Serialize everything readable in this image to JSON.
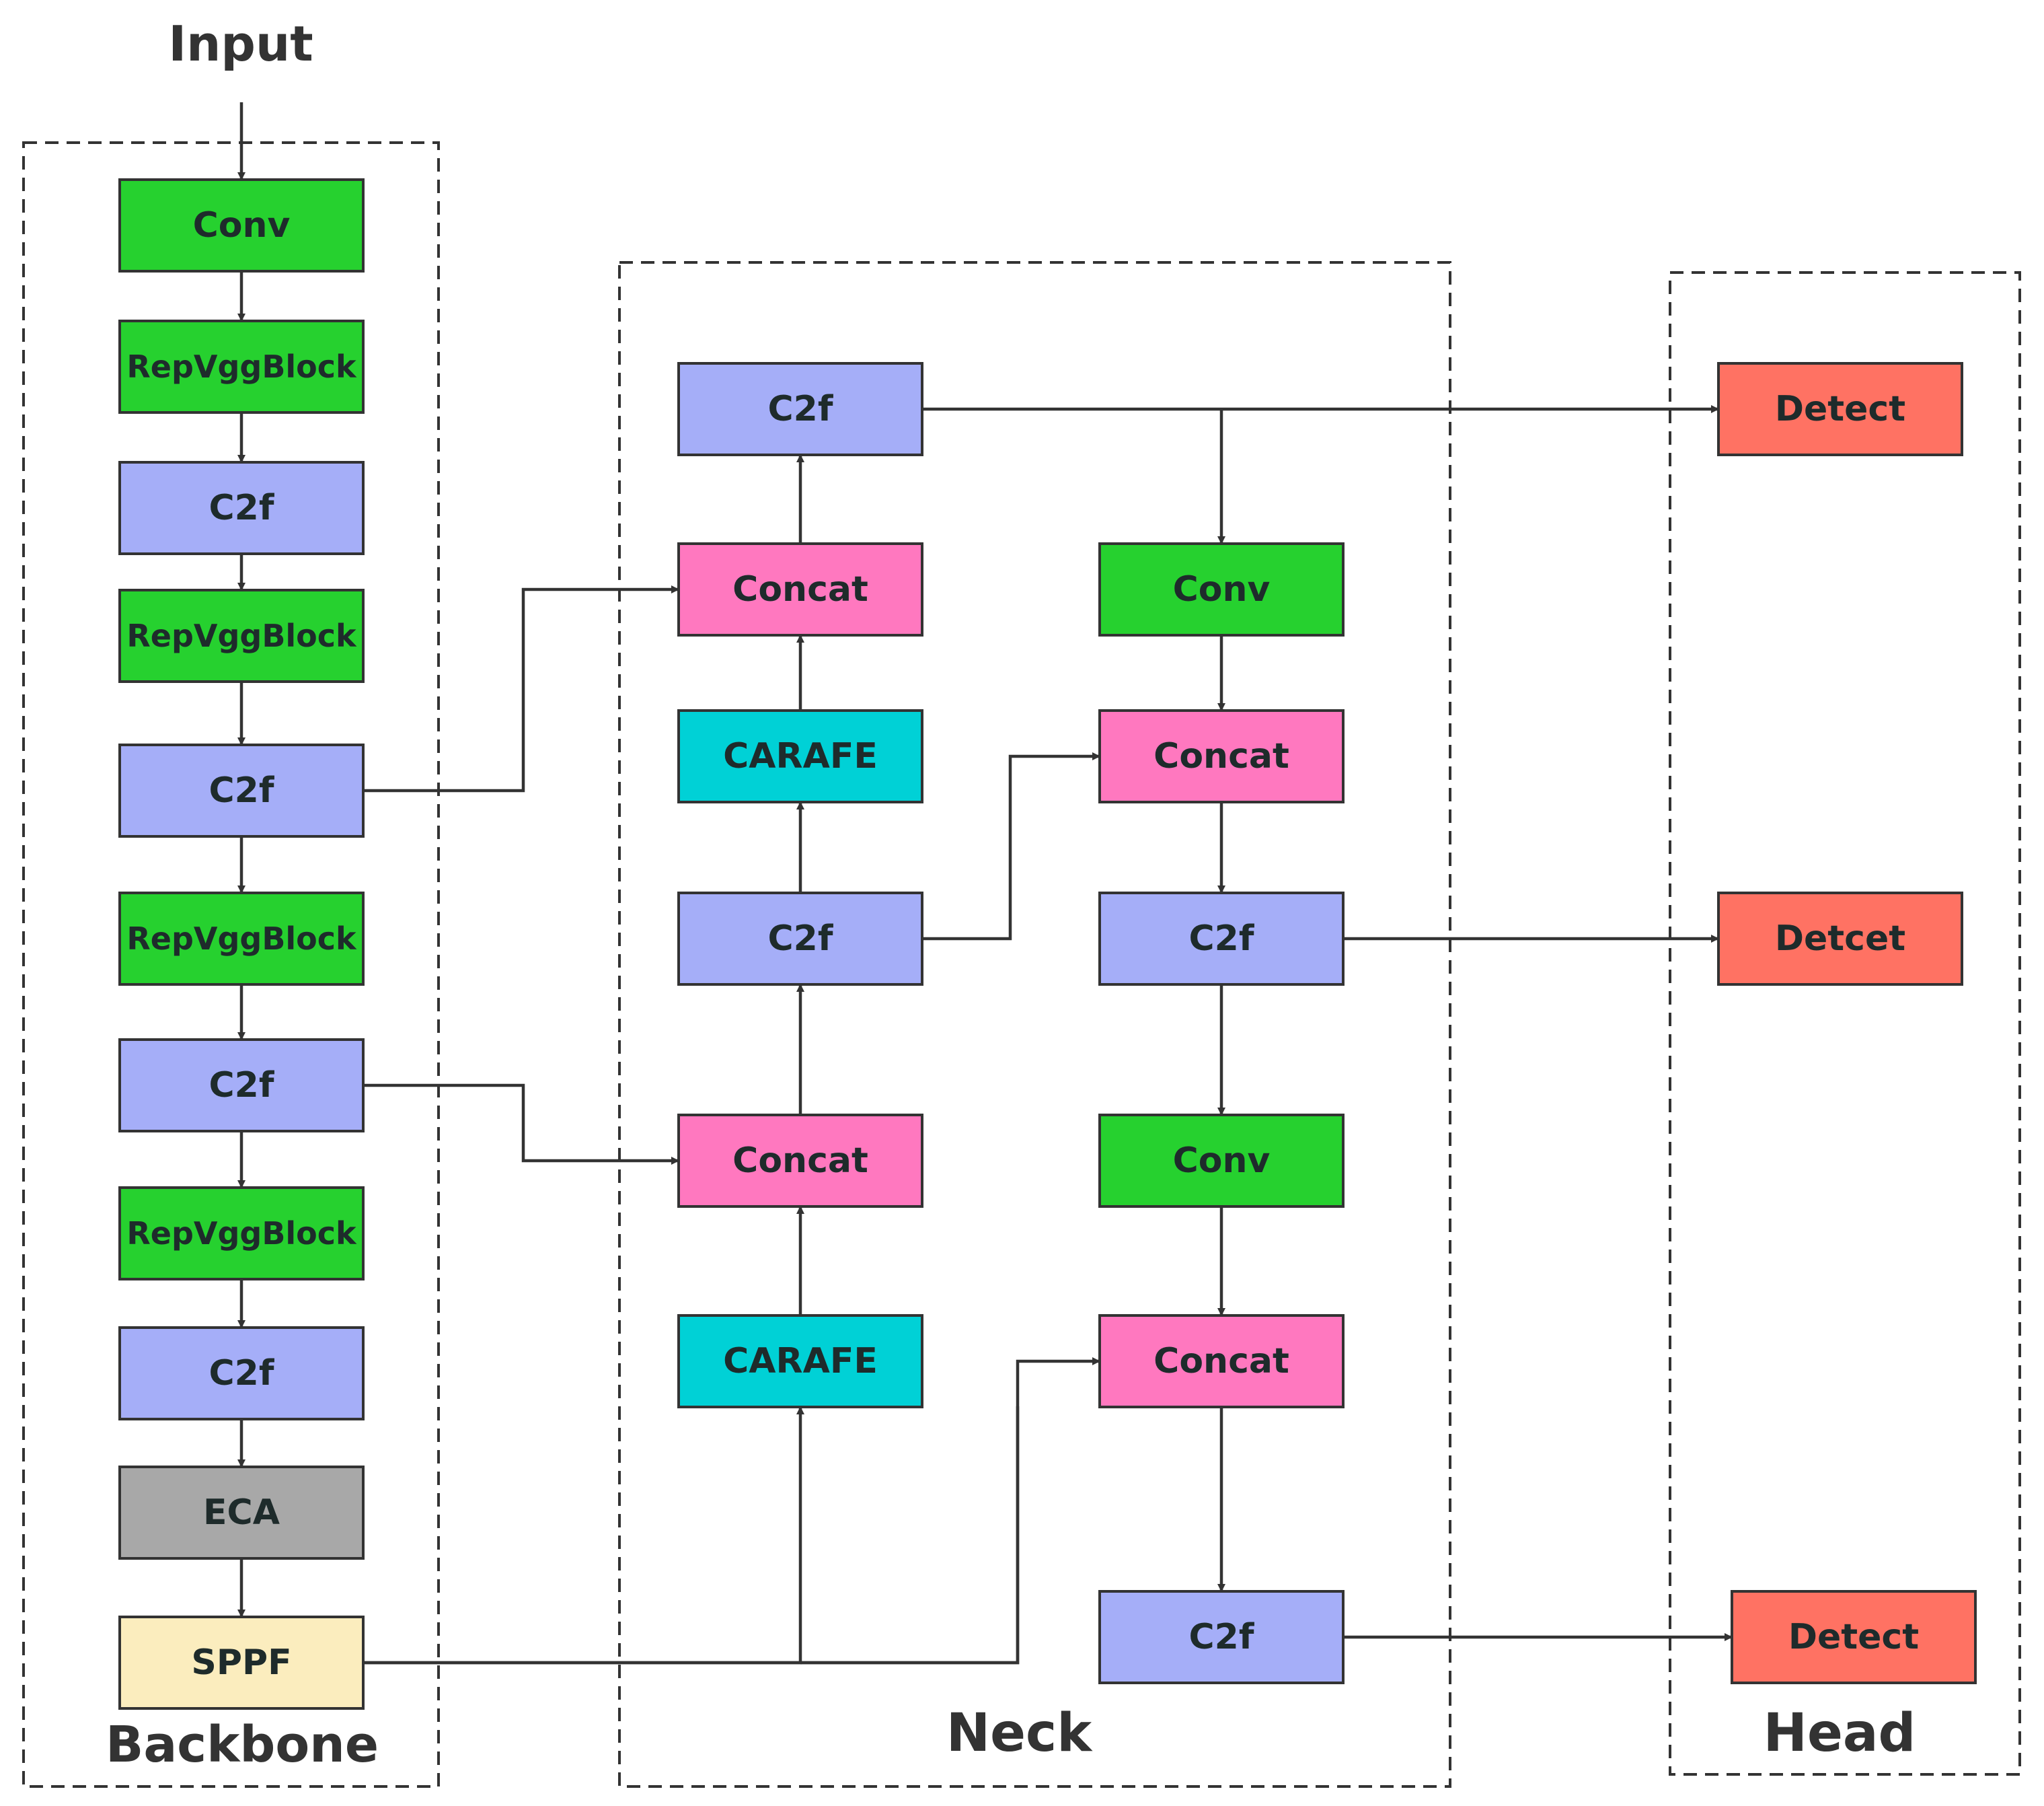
{
  "diagram": {
    "input_label": "Input",
    "groups": {
      "backbone": "Backbone",
      "neck": "Neck",
      "head": "Head"
    },
    "colors": {
      "conv": "#26d12f",
      "c2f": "#a5aef8",
      "concat": "#ff78bf",
      "carafe": "#00d1d6",
      "detect": "#ff7263",
      "eca": "#a8a8a8",
      "sppf": "#fbedbe",
      "line": "#333333"
    },
    "backbone": [
      {
        "id": "bb-conv",
        "label": "Conv",
        "kind": "conv"
      },
      {
        "id": "bb-repvgg-1",
        "label": "RepVggBlock",
        "kind": "conv"
      },
      {
        "id": "bb-c2f-1",
        "label": "C2f",
        "kind": "c2f"
      },
      {
        "id": "bb-repvgg-2",
        "label": "RepVggBlock",
        "kind": "conv"
      },
      {
        "id": "bb-c2f-2",
        "label": "C2f",
        "kind": "c2f"
      },
      {
        "id": "bb-repvgg-3",
        "label": "RepVggBlock",
        "kind": "conv"
      },
      {
        "id": "bb-c2f-3",
        "label": "C2f",
        "kind": "c2f"
      },
      {
        "id": "bb-repvgg-4",
        "label": "RepVggBlock",
        "kind": "conv"
      },
      {
        "id": "bb-c2f-4",
        "label": "C2f",
        "kind": "c2f"
      },
      {
        "id": "bb-eca",
        "label": "ECA",
        "kind": "eca"
      },
      {
        "id": "bb-sppf",
        "label": "SPPF",
        "kind": "sppf"
      }
    ],
    "neck_left": [
      {
        "id": "nl-c2f-top",
        "label": "C2f",
        "kind": "c2f"
      },
      {
        "id": "nl-concat-1",
        "label": "Concat",
        "kind": "concat"
      },
      {
        "id": "nl-carafe-1",
        "label": "CARAFE",
        "kind": "carafe"
      },
      {
        "id": "nl-c2f-mid",
        "label": "C2f",
        "kind": "c2f"
      },
      {
        "id": "nl-concat-2",
        "label": "Concat",
        "kind": "concat"
      },
      {
        "id": "nl-carafe-2",
        "label": "CARAFE",
        "kind": "carafe"
      }
    ],
    "neck_right": [
      {
        "id": "nr-conv-1",
        "label": "Conv",
        "kind": "conv"
      },
      {
        "id": "nr-concat-1",
        "label": "Concat",
        "kind": "concat"
      },
      {
        "id": "nr-c2f-1",
        "label": "C2f",
        "kind": "c2f"
      },
      {
        "id": "nr-conv-2",
        "label": "Conv",
        "kind": "conv"
      },
      {
        "id": "nr-concat-2",
        "label": "Concat",
        "kind": "concat"
      },
      {
        "id": "nr-c2f-2",
        "label": "C2f",
        "kind": "c2f"
      }
    ],
    "head": [
      {
        "id": "hd-detect-1",
        "label": "Detect",
        "kind": "detect"
      },
      {
        "id": "hd-detect-2",
        "label": "Detcet",
        "kind": "detect"
      },
      {
        "id": "hd-detect-3",
        "label": "Detect",
        "kind": "detect"
      }
    ]
  }
}
